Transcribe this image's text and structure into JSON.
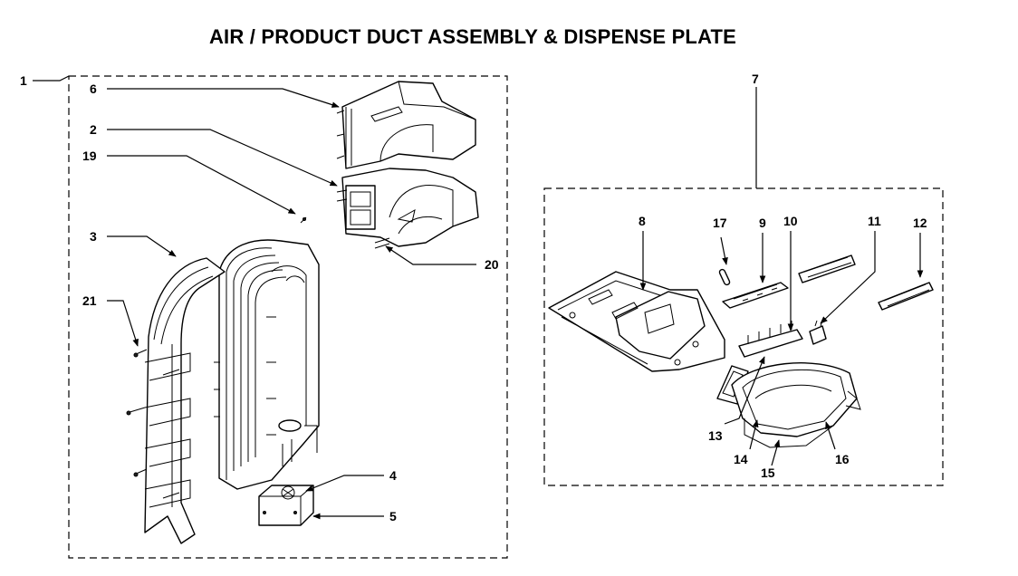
{
  "title": "AIR / PRODUCT DUCT ASSEMBLY & DISPENSE PLATE",
  "callouts": [
    "1",
    "6",
    "2",
    "19",
    "3",
    "21",
    "20",
    "4",
    "5",
    "7",
    "8",
    "17",
    "9",
    "10",
    "11",
    "12",
    "13",
    "14",
    "15",
    "16"
  ]
}
